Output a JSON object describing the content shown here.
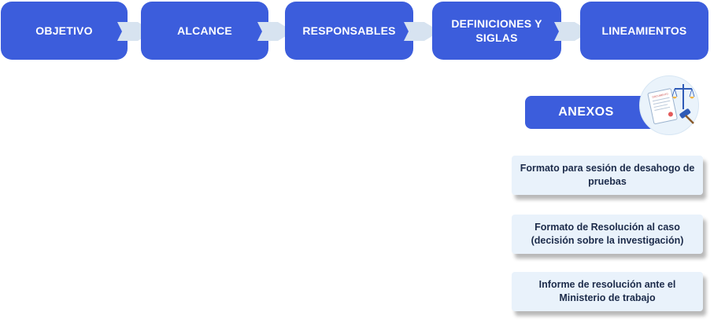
{
  "colors": {
    "accent": "#3c5ddc",
    "card_bg": "#e9f2fb",
    "arrow": "#d7e3f0"
  },
  "steps": [
    {
      "label": "OBJETIVO"
    },
    {
      "label": "ALCANCE"
    },
    {
      "label": "RESPONSABLES"
    },
    {
      "label": "DEFINICIONES Y SIGLAS"
    },
    {
      "label": "LINEAMIENTOS"
    }
  ],
  "anexos": {
    "title": "ANEXOS",
    "icon": "legal-document-scales-icon",
    "document_header": "DOCUMENTO",
    "items": [
      {
        "label": "Formato para sesión de desahogo de pruebas"
      },
      {
        "label": "Formato de Resolución al caso (decisión sobre la investigación)"
      },
      {
        "label": "Informe de resolución ante el Ministerio de trabajo"
      }
    ]
  }
}
